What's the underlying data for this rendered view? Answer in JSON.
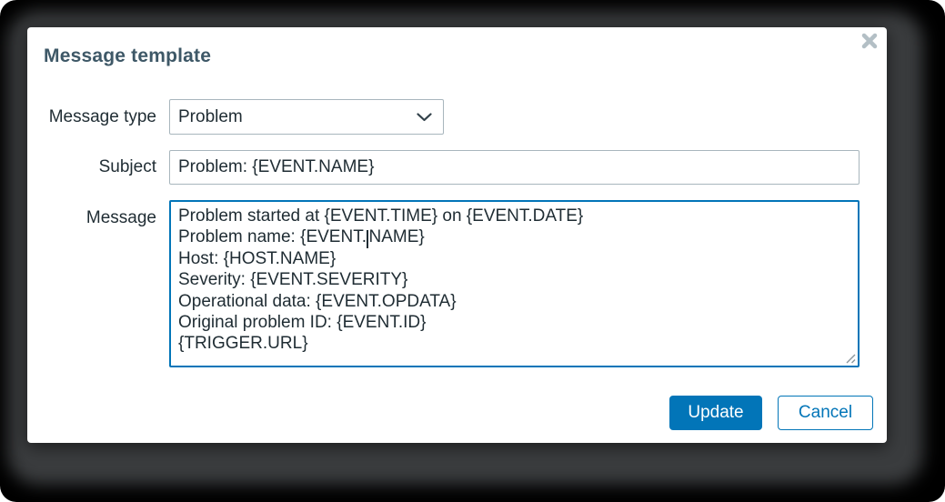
{
  "dialog": {
    "title": "Message template",
    "close_icon": "close-x"
  },
  "form": {
    "message_type": {
      "label": "Message type",
      "value": "Problem"
    },
    "subject": {
      "label": "Subject",
      "value": "Problem: {EVENT.NAME}"
    },
    "message": {
      "label": "Message",
      "value": "Problem started at {EVENT.TIME} on {EVENT.DATE}\nProblem name: {EVENT.NAME}\nHost: {HOST.NAME}\nSeverity: {EVENT.SEVERITY}\nOperational data: {EVENT.OPDATA}\nOriginal problem ID: {EVENT.ID}\n{TRIGGER.URL}",
      "lines": [
        {
          "text": "Problem started at {EVENT.TIME} on {EVENT.DATE}"
        },
        {
          "before_caret": "Problem name: {EVENT.",
          "after_caret": "NAME}"
        },
        {
          "text": "Host: {HOST.NAME}"
        },
        {
          "text": "Severity: {EVENT.SEVERITY}"
        },
        {
          "text": "Operational data: {EVENT.OPDATA}"
        },
        {
          "text": "Original problem ID: {EVENT.ID}"
        },
        {
          "text": "{TRIGGER.URL}"
        }
      ]
    }
  },
  "footer": {
    "update_label": "Update",
    "cancel_label": "Cancel"
  },
  "colors": {
    "accent_blue": "#0275b8",
    "title_color": "#3e5867",
    "text_color": "#1f2c33",
    "input_border": "#a8b6bd",
    "focus_border": "#0275b8",
    "close_icon_color": "#b3bfc5",
    "background": "#000000",
    "dialog_background": "#ffffff",
    "shadow_glow": "#3a3c3e"
  }
}
